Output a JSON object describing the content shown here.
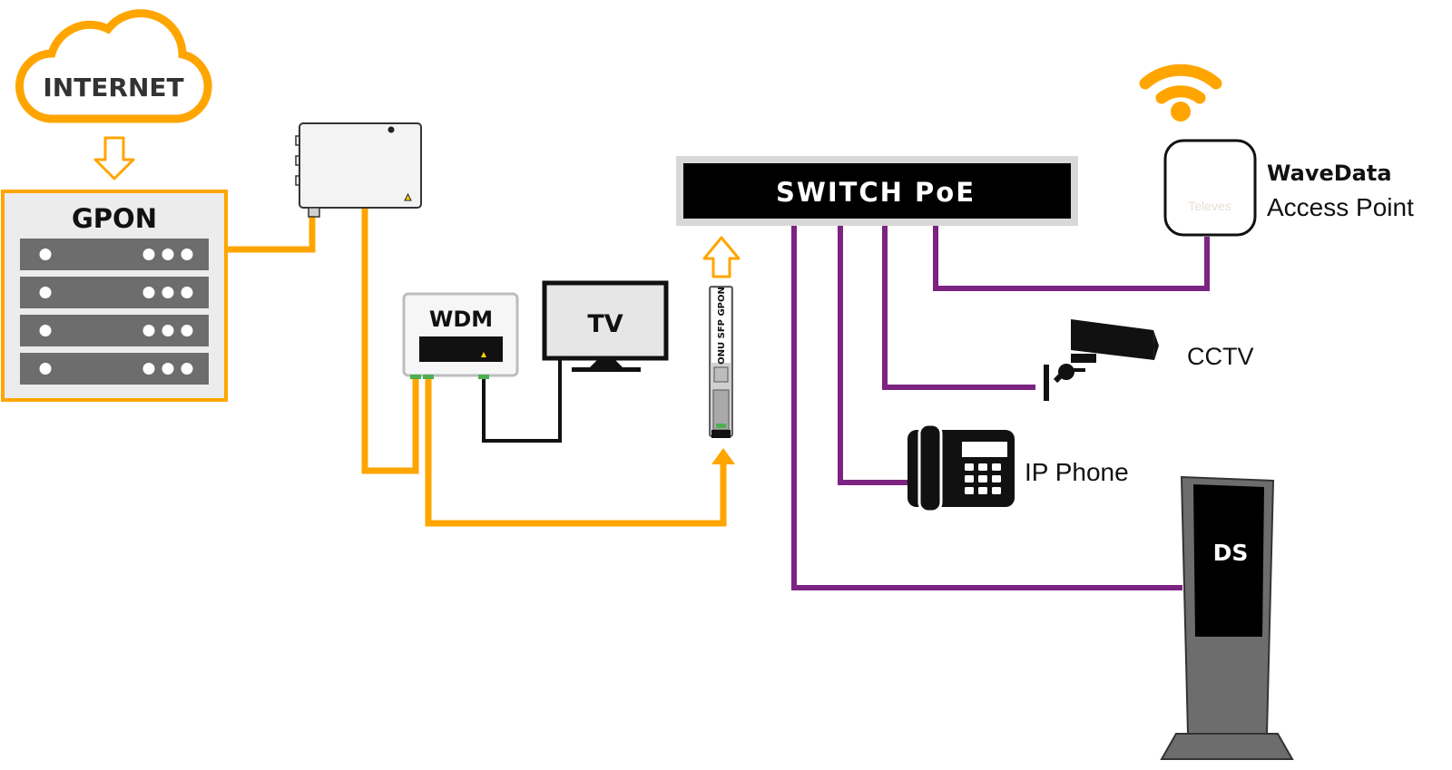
{
  "colors": {
    "fiber": "#FFA500",
    "ethernet": "#7B2482",
    "coax": "#111111",
    "device_grey": "#6d6d6d",
    "panel_bg": "#ececec"
  },
  "labels": {
    "internet": "INTERNET",
    "gpon": "GPON",
    "wdm": "WDM",
    "tv": "TV",
    "onu_sfp": "ONU SFP GPON",
    "switch": "SWITCH PoE",
    "access_point_name": "WaveData",
    "access_point_type": "Access Point",
    "access_point_brand": "Televes",
    "cctv": "CCTV",
    "ip_phone": "IP Phone",
    "ds": "DS"
  },
  "icons": [
    "cloud-icon",
    "down-arrow-icon",
    "up-arrow-icon",
    "wifi-icon",
    "camera-icon",
    "phone-icon",
    "kiosk-icon",
    "laser-warning-icon"
  ]
}
